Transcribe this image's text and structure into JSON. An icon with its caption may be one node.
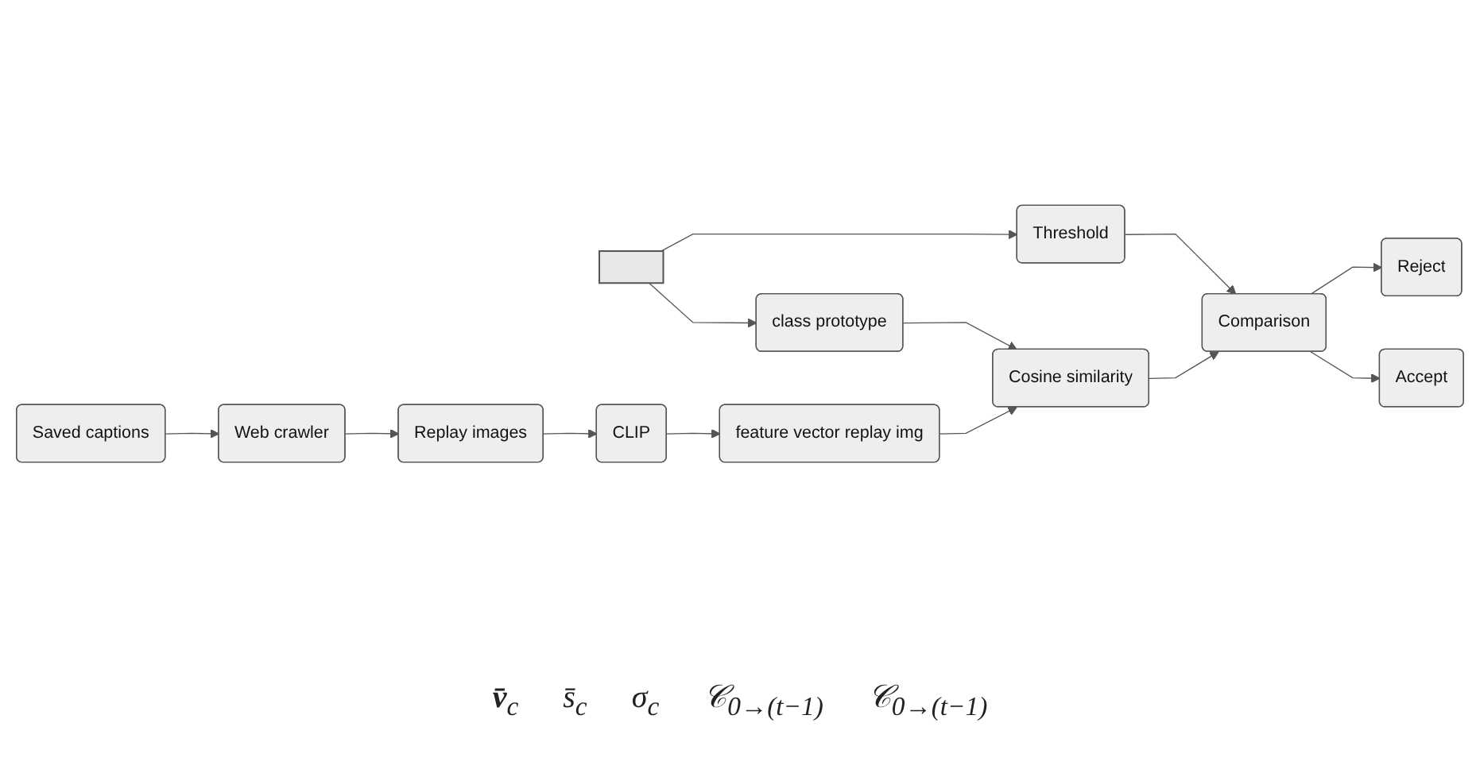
{
  "diagram": {
    "nodes": [
      {
        "text": [
          "Saved captions"
        ]
      },
      {
        "text": [],
        "shape": "box"
      },
      {
        "text": [
          "Web crawler"
        ]
      },
      {
        "text": [
          "Threshold"
        ]
      },
      {
        "text": [
          "Replay images"
        ]
      },
      {
        "text": [
          "CLIP"
        ]
      },
      {
        "text": [
          "class prototype"
        ]
      },
      {
        "text": [
          "feature vector replay img"
        ]
      },
      {
        "text": [
          "Cosine similarity"
        ]
      },
      {
        "text": [
          "Comparison"
        ]
      },
      {
        "text": [
          "Accept"
        ]
      },
      {
        "text": [
          "Reject"
        ]
      }
    ],
    "edges": [
      {
        "from": 0,
        "to": 2,
        "arrow": "to"
      },
      {
        "from": 2,
        "to": 4,
        "arrow": "to"
      },
      {
        "from": 4,
        "to": 5,
        "arrow": "to"
      },
      {
        "from": 5,
        "to": 7,
        "arrow": "to"
      },
      {
        "from": 1,
        "to": 6,
        "arrow": "to"
      },
      {
        "from": 1,
        "to": 3,
        "arrow": "to"
      },
      {
        "from": 6,
        "to": 8,
        "arrow": "to"
      },
      {
        "from": 7,
        "to": 8,
        "arrow": "to"
      },
      {
        "from": 8,
        "to": 9,
        "arrow": "to"
      },
      {
        "from": 3,
        "to": 9,
        "arrow": "to"
      },
      {
        "from": 9,
        "to": 10,
        "arrow": "to"
      },
      {
        "from": 9,
        "to": 11,
        "arrow": "to"
      }
    ],
    "labels": [
      "**v̄**$_{c}$",
      "s̄$_{c}$",
      "σ$_{c}$",
      "𝒞$_{0→(t−1)}$",
      "𝒞$_{0→(t−1)}$"
    ]
  }
}
